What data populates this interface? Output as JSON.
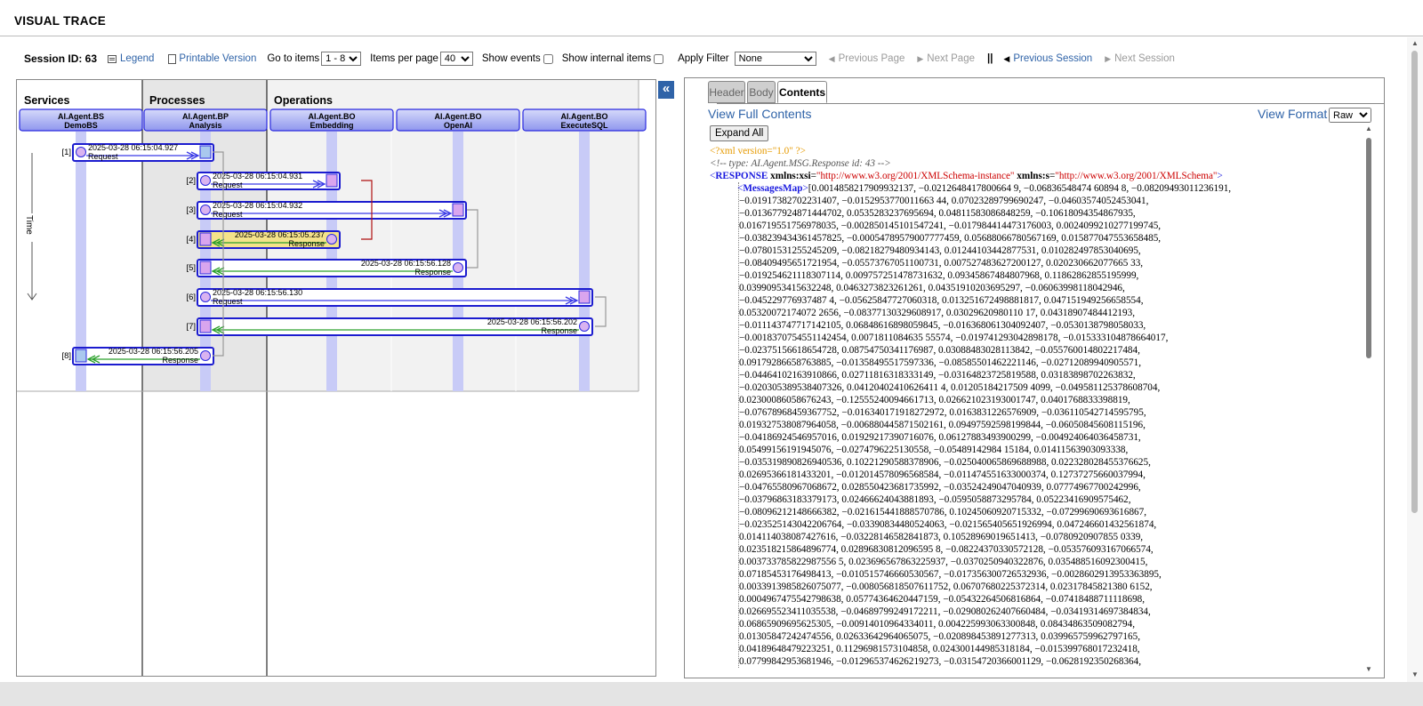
{
  "app": {
    "title": "VISUAL TRACE"
  },
  "toolbar": {
    "session_label": "Session ID: 63",
    "legend": "Legend",
    "printable": "Printable Version",
    "goto_label": "Go to items",
    "goto_value": "1 - 8",
    "per_page_label": "Items per page",
    "per_page_value": "40",
    "show_events": "Show events",
    "show_internal": "Show internal items",
    "apply_filter": "Apply Filter",
    "filter_value": "None",
    "prev_page": "Previous Page",
    "next_page": "Next Page",
    "separator": "||",
    "prev_session": "Previous Session",
    "next_session": "Next Session"
  },
  "diagram": {
    "sections": [
      "Services",
      "Processes",
      "Operations"
    ],
    "time_label": "Time",
    "columns": [
      {
        "line1": "AI.Agent.BS",
        "line2": "DemoBS"
      },
      {
        "line1": "AI.Agent.BP",
        "line2": "Analysis"
      },
      {
        "line1": "AI.Agent.BO",
        "line2": "Embedding"
      },
      {
        "line1": "AI.Agent.BO",
        "line2": "OpenAI"
      },
      {
        "line1": "AI.Agent.BO",
        "line2": "ExecuteSQL"
      }
    ],
    "messages": [
      {
        "num": "[1]",
        "time": "2025-03-28 06:15:04.927",
        "type": "Request",
        "from": 0,
        "to": 1,
        "highlight": false
      },
      {
        "num": "[2]",
        "time": "2025-03-28 06:15:04.931",
        "type": "Request",
        "from": 1,
        "to": 2,
        "highlight": false
      },
      {
        "num": "[3]",
        "time": "2025-03-28 06:15:04.932",
        "type": "Request",
        "from": 1,
        "to": 3,
        "highlight": false
      },
      {
        "num": "[4]",
        "time": "2025-03-28 06:15:05.237",
        "type": "Response",
        "from": 2,
        "to": 1,
        "highlight": true
      },
      {
        "num": "[5]",
        "time": "2025-03-28 06:15:56.128",
        "type": "Response",
        "from": 3,
        "to": 1,
        "highlight": false
      },
      {
        "num": "[6]",
        "time": "2025-03-28 06:15:56.130",
        "type": "Request",
        "from": 1,
        "to": 4,
        "highlight": false
      },
      {
        "num": "[7]",
        "time": "2025-03-28 06:15:56.202",
        "type": "Response",
        "from": 4,
        "to": 1,
        "highlight": false
      },
      {
        "num": "[8]",
        "time": "2025-03-28 06:15:56.205",
        "type": "Response",
        "from": 1,
        "to": 0,
        "highlight": false
      }
    ]
  },
  "panel_buttons": {
    "collapse": "«",
    "expand": "»"
  },
  "tabs": {
    "header": "Header",
    "body": "Body",
    "contents": "Contents"
  },
  "contents": {
    "view_full": "View Full Contents",
    "view_format": "View Format",
    "format_value": "Raw",
    "expand_all": "Expand All",
    "xml_decl": "<?xml version=\"1.0\" ?>",
    "xml_comment": "<!-- type: AI.Agent.MSG.Response  id: 43 -->",
    "root_tag": "RESPONSE",
    "xmlns_xsi_attr": "xmlns:xsi",
    "xmlns_xsi_val": "\"http://www.w3.org/2001/XMLSchema-instance\"",
    "xmlns_s_attr": "xmlns:s",
    "xmlns_s_val": "\"http://www.w3.org/2001/XMLSchema\"",
    "child_tag": "MessagesMap",
    "first_line": "[0.0014858217909932137, −0.0212648417800664 9, −0.06836548474 60894 8, −0.08209493011236191,",
    "lines": [
      "−0.01917382702231407, −0.0152953770011663 44, 0.07023289799690247, −0.04603574052453041,",
      "−0.013677924871444702, 0.0535283237695694, 0.04811583086848259, −0.10618094354867935,",
      "0.016719551756978035, −0.002850145101547241, −0.017984414473176003, 0.0024099210277199745,",
      "−0.038239434361457825, −0.00054789579007777459, 0.05688066780567169, 0.015877047553658485,",
      "−0.07801531255245209, −0.08218279480934143, 0.01244103442877531, 0.010282497853040695,",
      "−0.08409495651721954, −0.05573767051100731, 0.007527483627200127, 0.020230662077665 33,",
      "−0.019254621118307114, 0.009757251478731632, 0.09345867484807968, 0.11862862855195999,",
      "0.03990953415632248, 0.0463273823261261, 0.04351910203695297, −0.06063998118042946,",
      "−0.045229776937487 4, −0.05625847727060318, 0.013251672498881817, 0.047151949256658554,",
      "0.05320072174072 2656, −0.08377130329608917, 0.03029620980110 17, 0.04318907484412193,",
      "−0.011143747717142105, 0.06848616898059845, −0.016368061304092407, −0.0530138798058033,",
      "−0.0018370754551142454, 0.0071811084635 55574, −0.019741293042898178, −0.015333104878664017,",
      "−0.02375156618654728, 0.08754750341176987, 0.03088483028113842, −0.055760014802217484,",
      "0.09179286658763885, −0.01358495517597336, −0.08585501462221146, −0.02712089940905571,",
      "−0.04464102163910866, 0.02711816318333149, −0.03164823725819588, 0.03183898702263832,",
      "−0.020305389538407326, 0.04120402410626411 4, 0.01205184217509 4099, −0.049581125378608704,",
      "0.02300086058676243, −0.12555240094661713, 0.026621023193001747, 0.0401768833398819,",
      "−0.07678968459367752, −0.016340171918272972, 0.0163831226576909, −0.036110542714595795,",
      "0.019327538087964058, −0.006880445871502161, 0.09497592598199844, −0.06050845608115196,",
      "−0.04186924546957016, 0.01929217390716076, 0.06127883493900299, −0.004924064036458731,",
      "0.05499156191945076, −0.0274796225130558, −0.05489142984 15184, 0.01411563903093338,",
      "−0.035319890826940536, 0.10221290588378906, −0.025040065869688988, 0.022328028455376625,",
      "0.02695366181433201, −0.012014578096568584, −0.011474551633000374, 0.12737275660037994,",
      "−0.04765580967068672, 0.028550423681735992, −0.03524249047040939, 0.07774967700242996,",
      "−0.03796863183379173, 0.02466624043881893, −0.0595058873295784, 0.05223416909575462,",
      "−0.08096212148666382, −0.021615441888570786, 0.10245060920715332, −0.07299690693616867,",
      "−0.023525143042206764, −0.03390834480524063, −0.021565405651926994, 0.047246601432561874,",
      "0.014114038087427616, −0.03228146582841873, 0.10528969019651413, −0.0780920907855 0339,",
      "0.023518215864896774, 0.02896830812096595 8, −0.08224370330572128, −0.053576093167066574,",
      "0.003733785822987556 5, 0.023696567863225937, −0.0370250940322876, 0.035488516092300415,",
      "0.07185453176498413, −0.010515746660530567, −0.017356300726532936, −0.0028602913953363895,",
      "0.0033913985826075077, −0.008056818507611752, 0.06707680225372314, 0.02317845821380 6152,",
      "0.0004967475542798638, 0.05774364620447159, −0.05432264506816864, −0.07418488711118698,",
      "0.026695523411035538, −0.04689799249172211, −0.029080262407660484, −0.03419314697384834,",
      "0.06865909695625305, −0.00914010964334011, 0.004225993063300848, 0.08434863509082794,",
      "0.01305847242474556, 0.02633642964065075, −0.020898453891277313, 0.039965759962797165,",
      "0.04189648479223251, 0.11296981573104858, 0.024300144985318184, −0.015399768017232418,",
      "0.07799842953681946, −0.012965374626219273, −0.03154720366001129, −0.0628192350268364,"
    ]
  }
}
